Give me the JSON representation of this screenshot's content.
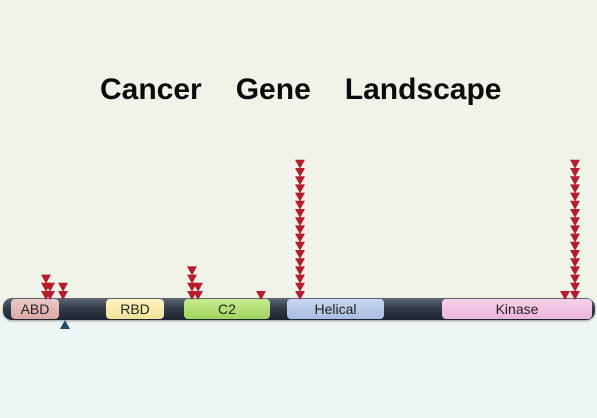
{
  "title": {
    "words": [
      "Cancer",
      "Gene",
      "Landscape"
    ]
  },
  "domains": [
    {
      "key": "abd",
      "label": "ABD"
    },
    {
      "key": "rbd",
      "label": "RBD"
    },
    {
      "key": "c2",
      "label": "C2"
    },
    {
      "key": "helical",
      "label": "Helical"
    },
    {
      "key": "kinase",
      "label": "Kinase"
    }
  ],
  "colors": {
    "mutation_marker": "#b71c2c",
    "other_marker": "#1d4e6e",
    "backbone": "#343c4a"
  }
}
